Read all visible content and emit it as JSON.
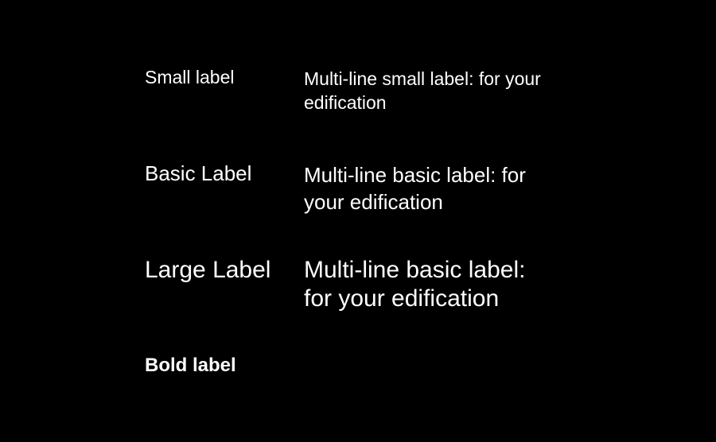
{
  "labels": {
    "small": {
      "label": "Small label",
      "multiline": "Multi-line small label: for your edification"
    },
    "basic": {
      "label": "Basic Label",
      "multiline": "Multi-line basic label: for your edification"
    },
    "large": {
      "label": "Large Label",
      "multiline": "Multi-line basic label: for your edification"
    },
    "bold": {
      "label": "Bold label"
    }
  },
  "colors": {
    "background": "#000000",
    "text": "#ffffff"
  }
}
